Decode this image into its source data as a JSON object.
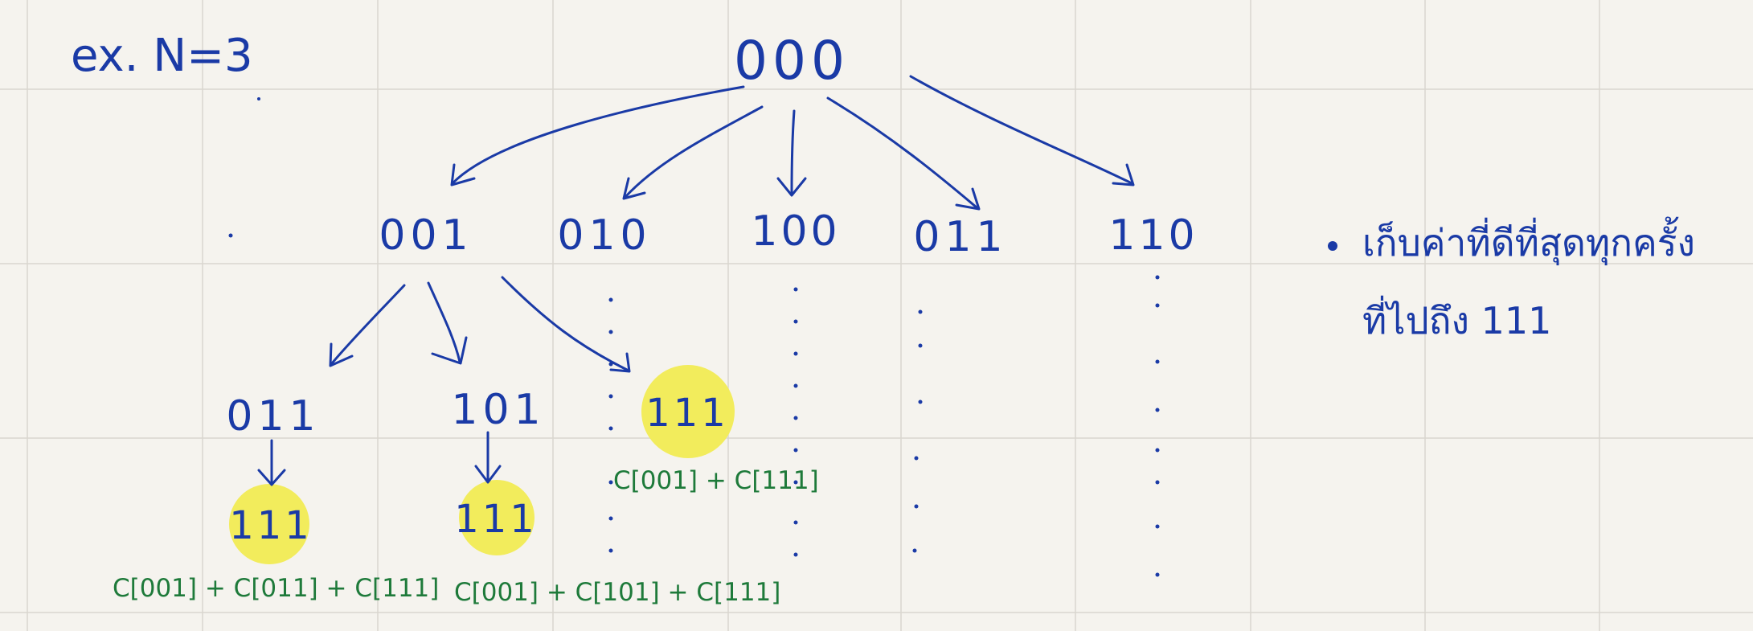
{
  "example_label": "ex. N=3",
  "root": {
    "label": "000"
  },
  "level1": [
    {
      "label": "001"
    },
    {
      "label": "010"
    },
    {
      "label": "100"
    },
    {
      "label": "011"
    },
    {
      "label": "110"
    }
  ],
  "level2": [
    {
      "label": "011"
    },
    {
      "label": "101"
    }
  ],
  "leaves": [
    {
      "label": "111",
      "cost": "C[001] + C[011] + C[111]"
    },
    {
      "label": "111",
      "cost": "C[001] + C[101] + C[111]"
    },
    {
      "label": "111",
      "cost": "C[001] + C[111]"
    }
  ],
  "note": {
    "line1": "เก็บค่าที่ดีที่สุดทุกครั้ง",
    "line2": "ที่ไปถึง 111"
  },
  "colors": {
    "ink": "#1a3aa6",
    "cost": "#1e7a3a",
    "highlight": "#f2ec5c",
    "grid": "#d9d6cf",
    "paper": "#f5f3ee"
  }
}
